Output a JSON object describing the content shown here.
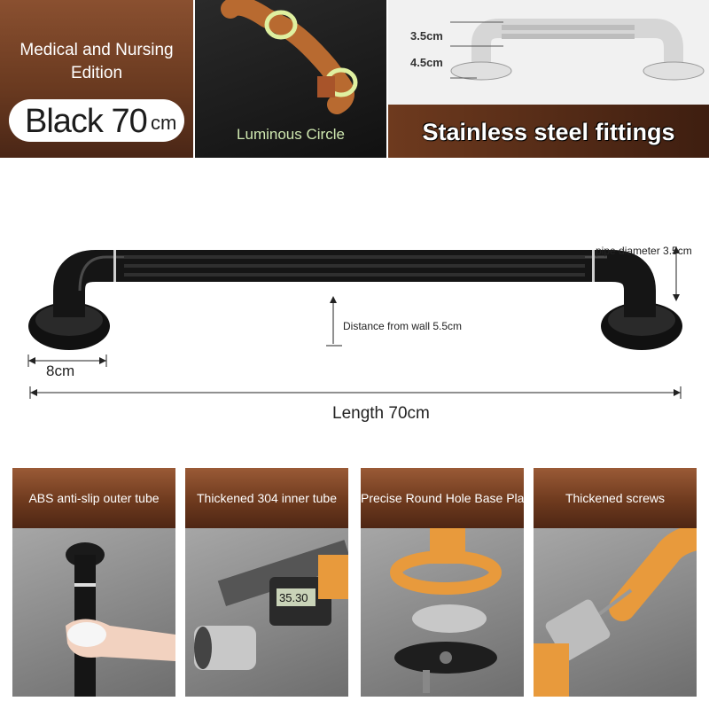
{
  "top_banner": {
    "panel1_line1": "Medical and Nursing",
    "panel1_line2": "Edition",
    "variant_label": "Black 70",
    "variant_suffix": "cm",
    "panel2_label": "Luminous Circle",
    "dim_pipe": "3.5cm",
    "dim_base": "4.5cm",
    "panel3_label": "Stainless steel fittings"
  },
  "dimensions": {
    "pipe_diameter": "pipe diameter 3.5cm",
    "wall_distance": "Distance from wall 5.5cm",
    "base_width": "8cm",
    "length": "Length 70cm"
  },
  "features": [
    {
      "label": "ABS anti-slip outer tube"
    },
    {
      "label": "Thickened 304 inner tube"
    },
    {
      "label": "Precise Round Hole Base Plate"
    },
    {
      "label": "Thickened screws"
    }
  ],
  "caliper_reading": "35.30",
  "colors": {
    "brown_accent": "#6e3a1e",
    "orange_bar": "#e89a3c",
    "black_bar": "#151515",
    "luminous_green": "#cfe8b0"
  }
}
